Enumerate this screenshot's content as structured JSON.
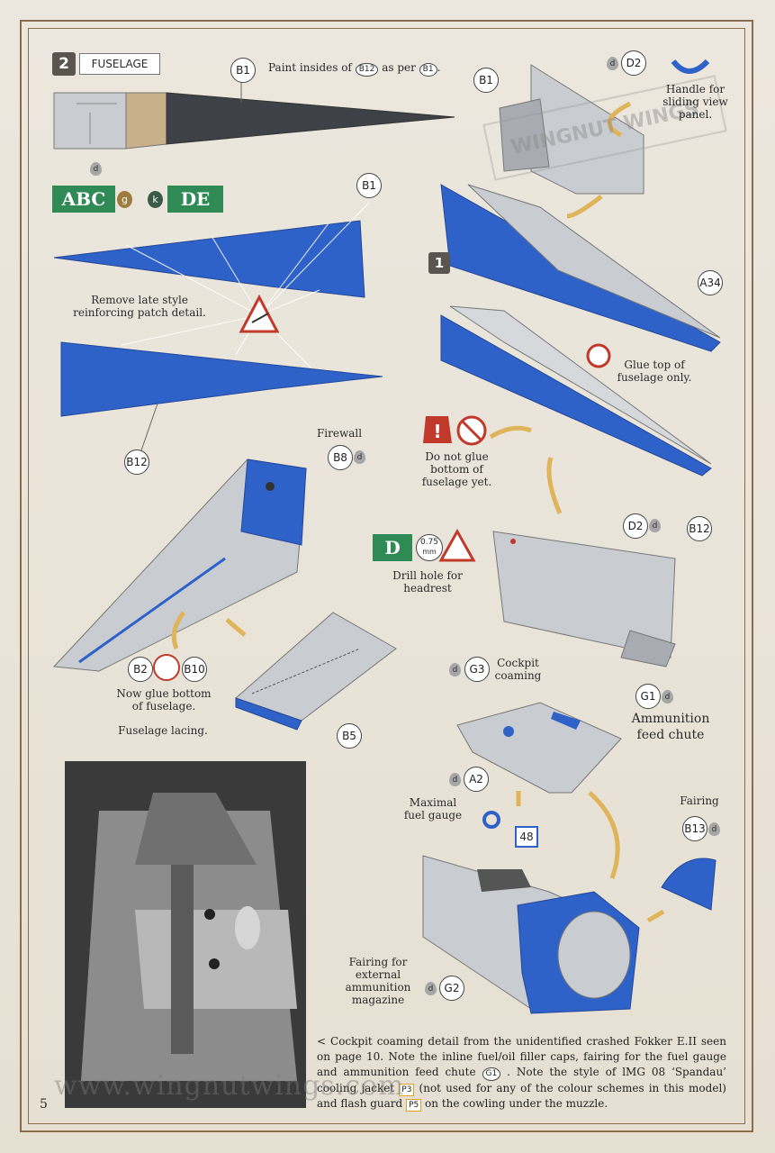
{
  "section": {
    "number": "2",
    "title": "FUSELAGE"
  },
  "paint_note": {
    "text_before": "Paint insides of",
    "ref1": "B12",
    "text_mid": "as per",
    "ref2": "B1",
    "text_after": "."
  },
  "callouts": {
    "b1_top": "B1",
    "b1_right": "B1",
    "d2_top": "D2",
    "b1_blue": "B1",
    "a34": "A34",
    "b12_left": "B12",
    "b8": "B8",
    "d2_mid": "D2",
    "b12_right": "B12",
    "b2": "B2",
    "b10": "B10",
    "b5": "B5",
    "g3": "G3",
    "g1": "G1",
    "a2": "A2",
    "b13": "B13",
    "g2": "G2"
  },
  "drops": {
    "d": "d",
    "g": "g",
    "k": "k"
  },
  "schemes": {
    "left": "ABC",
    "right": "DE",
    "drill": "D"
  },
  "step_number": "1",
  "labels": {
    "handle": "Handle for sliding view panel.",
    "remove_patch": "Remove late style reinforcing patch detail.",
    "glue_top": "Glue top of fuselage only.",
    "do_not_glue": "Do not glue bottom of fuselage yet.",
    "firewall": "Firewall",
    "drill_size": "0.75",
    "drill_unit": "mm",
    "drill_hole": "Drill hole for headrest",
    "now_glue": "Now glue bottom of fuselage.",
    "lacing": "Fuselage lacing.",
    "cockpit_coaming": "Cockpit coaming",
    "ammo_chute": "Ammunition feed chute",
    "fuel_gauge": "Maximal fuel gauge",
    "ref_48": "48",
    "fairing": "Fairing",
    "fairing_external": "Fairing for external ammunition magazine"
  },
  "caption": {
    "part1": "< Cockpit coaming detail from the unidentified crashed Fokker E.II seen on page 10.  Note the inline fuel/oil filler caps, fairing for the fuel gauge and ammunition feed chute",
    "ref_g1": "G1",
    "part2": ". Note the style of lMG 08 ‘Spandau’ cooling jacket",
    "ref_p3": "P3",
    "part3": "(not used for any of the colour schemes in this model) and flash guard",
    "ref_p5": "P5",
    "part4": "on the cowling under the muzzle."
  },
  "watermark": "www.wingnutwings.com",
  "watermark_logo": "WINGNUT WINGS",
  "page_number": "5",
  "colors": {
    "blue": "#2f62c8",
    "grey": "#c9ccd1",
    "dark": "#3e4147",
    "green": "#2f8a55",
    "red": "#c0392b",
    "frame": "#8b6d4c",
    "gold": "#e0b45a"
  }
}
